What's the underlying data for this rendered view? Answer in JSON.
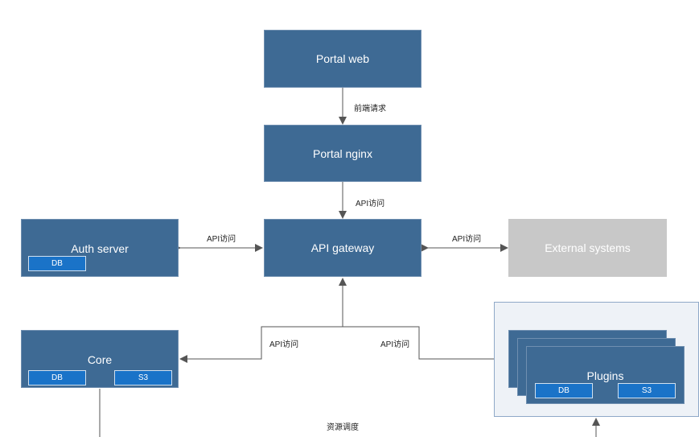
{
  "nodes": {
    "portal_web": "Portal web",
    "portal_nginx": "Portal nginx",
    "api_gateway": "API gateway",
    "auth_server": "Auth server",
    "auth_db": "DB",
    "external_systems": "External systems",
    "core": "Core",
    "core_db": "DB",
    "core_s3": "S3",
    "plugins": "Plugins",
    "plugins_db": "DB",
    "plugins_s3": "S3"
  },
  "edges": {
    "web_to_nginx": "前端请求",
    "nginx_to_gateway": "API访问",
    "auth_gateway": "API访问",
    "gateway_external": "API访问",
    "gateway_core": "API访问",
    "gateway_plugins": "API访问",
    "resource_scheduling": "资源调度"
  },
  "colors": {
    "node": "#3e6a94",
    "node_border": "#6f8fb0",
    "chip": "#1a73c8",
    "external": "#c8c8c8",
    "edge": "#555555",
    "plugins_frame": "#eef2f7"
  }
}
